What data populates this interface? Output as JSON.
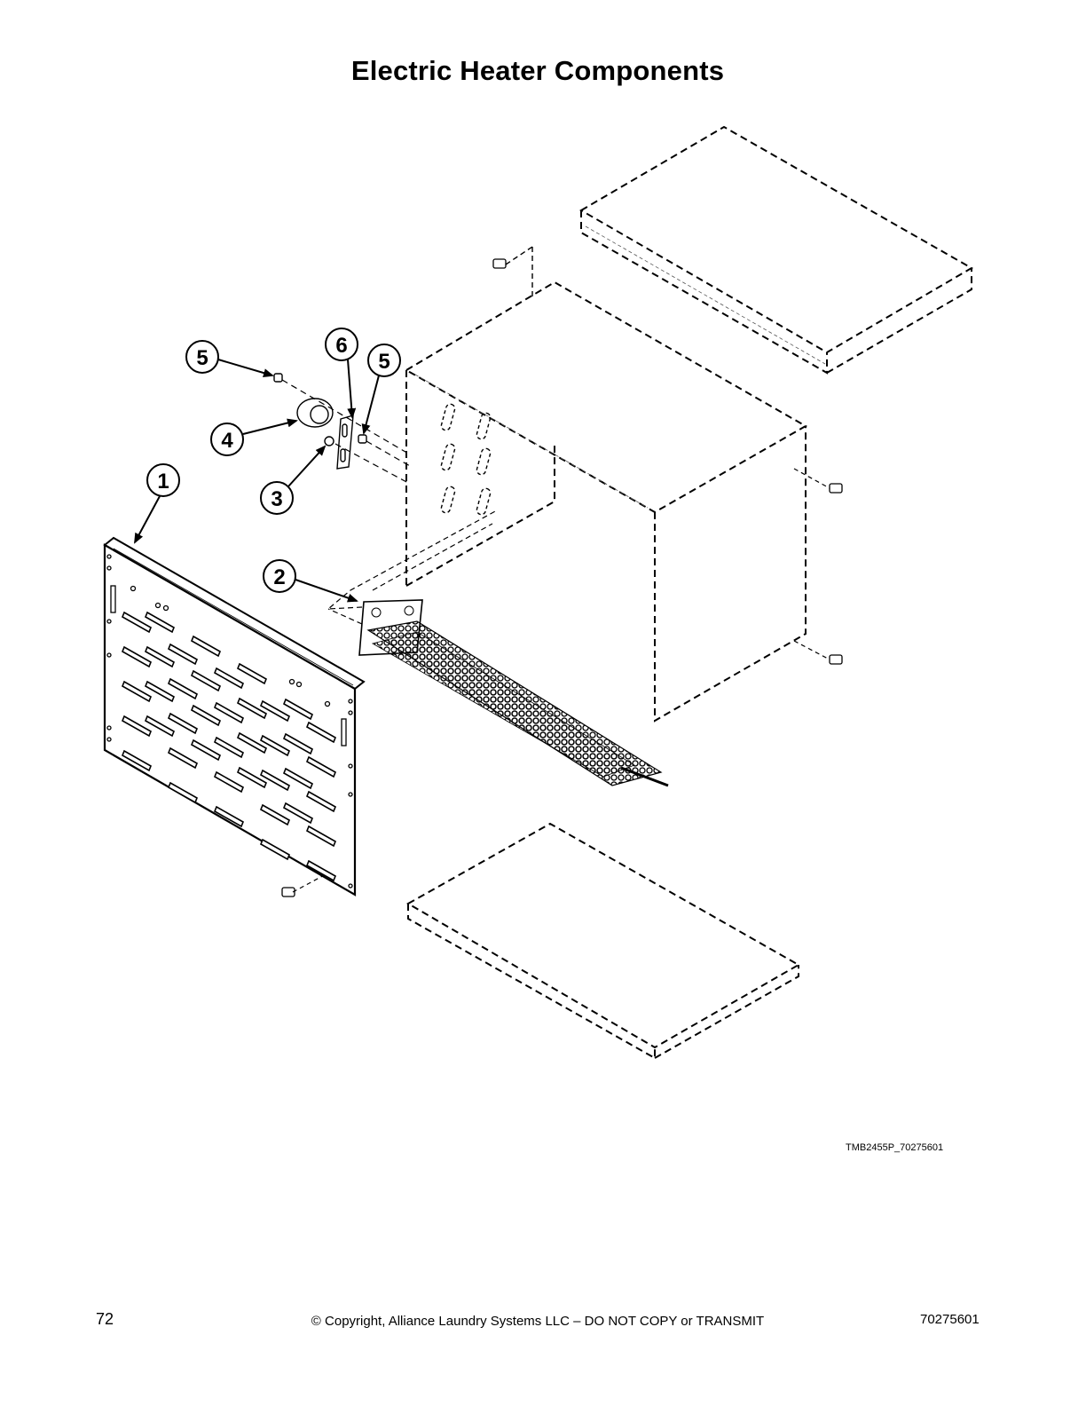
{
  "page": {
    "title": "Electric Heater Components",
    "drawing_id": "TMB2455P_70275601",
    "page_number": "72",
    "copyright": "© Copyright, Alliance Laundry Systems LLC – DO NOT COPY or TRANSMIT",
    "document_number": "70275601"
  },
  "diagram": {
    "type": "exploded-parts-view",
    "callouts": [
      {
        "id": "1",
        "label": "1",
        "part": "front panel (slotted)"
      },
      {
        "id": "2",
        "label": "2",
        "part": "heating element assembly"
      },
      {
        "id": "3",
        "label": "3",
        "part": "nut"
      },
      {
        "id": "4",
        "label": "4",
        "part": "thermostat"
      },
      {
        "id": "5a",
        "label": "5",
        "part": "screw"
      },
      {
        "id": "5b",
        "label": "5",
        "part": "screw"
      },
      {
        "id": "6",
        "label": "6",
        "part": "bracket"
      }
    ]
  }
}
